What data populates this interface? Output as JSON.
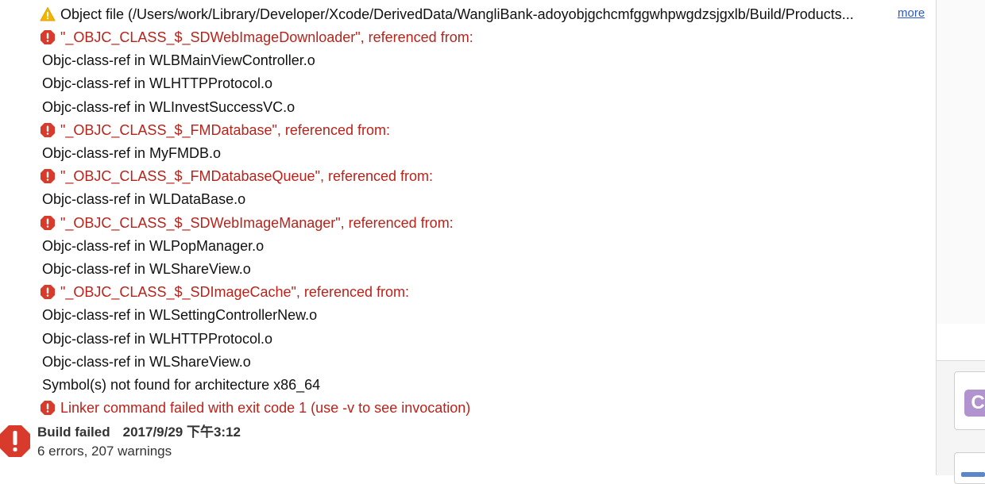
{
  "issues": {
    "warning": {
      "text": "Object file (/Users/work/Library/Developer/Xcode/DerivedData/WangliBank-adoyobjgchcmfggwhpwgdzsjgxlb/Build/Products...",
      "more_label": "more",
      "icon": "warning-triangle-icon"
    },
    "lines": [
      {
        "kind": "error",
        "text": "\"_OBJC_CLASS_$_SDWebImageDownloader\", referenced from:"
      },
      {
        "kind": "ref",
        "text": "Objc-class-ref in WLBMainViewController.o"
      },
      {
        "kind": "ref",
        "text": "Objc-class-ref in WLHTTPProtocol.o"
      },
      {
        "kind": "ref",
        "text": "Objc-class-ref in WLInvestSuccessVC.o"
      },
      {
        "kind": "error",
        "text": "\"_OBJC_CLASS_$_FMDatabase\", referenced from:"
      },
      {
        "kind": "ref",
        "text": "Objc-class-ref in MyFMDB.o"
      },
      {
        "kind": "error",
        "text": "\"_OBJC_CLASS_$_FMDatabaseQueue\", referenced from:"
      },
      {
        "kind": "ref",
        "text": "Objc-class-ref in WLDataBase.o"
      },
      {
        "kind": "error",
        "text": "\"_OBJC_CLASS_$_SDWebImageManager\", referenced from:"
      },
      {
        "kind": "ref",
        "text": "Objc-class-ref in WLPopManager.o"
      },
      {
        "kind": "ref",
        "text": "Objc-class-ref in WLShareView.o"
      },
      {
        "kind": "error",
        "text": "\"_OBJC_CLASS_$_SDImageCache\", referenced from:"
      },
      {
        "kind": "ref",
        "text": "Objc-class-ref in WLSettingControllerNew.o"
      },
      {
        "kind": "ref",
        "text": "Objc-class-ref in WLHTTPProtocol.o"
      },
      {
        "kind": "ref",
        "text": "Objc-class-ref in WLShareView.o"
      },
      {
        "kind": "symbol",
        "text": "Symbol(s) not found for architecture x86_64"
      },
      {
        "kind": "error",
        "text": "Linker command failed with exit code 1 (use -v to see invocation)"
      }
    ]
  },
  "summary": {
    "status": "Build failed",
    "time": "2017/9/29 下午3:12",
    "counts": "6 errors, 207 warnings",
    "icon": "error-badge-icon"
  },
  "sidepanel": {
    "badge_letter": "C"
  },
  "colors": {
    "error": "#b8231b",
    "error_icon": "#d83a2b",
    "warning_icon": "#f5b400",
    "link": "#2a59c9",
    "badge": "#b193cf"
  }
}
